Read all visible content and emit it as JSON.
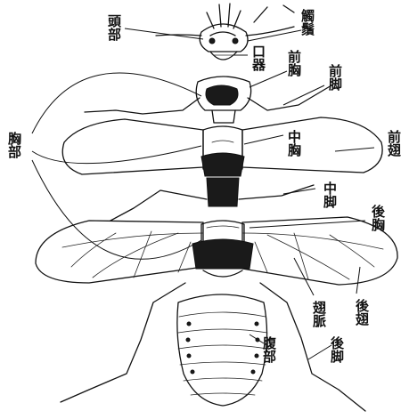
{
  "labels": {
    "head": "頭部",
    "antenna": "觸鬚",
    "mouthparts": "口器",
    "prothorax": "前胸",
    "foreleg": "前脚",
    "thorax": "胸部",
    "mesothorax": "中胸",
    "forewing": "前翅",
    "midleg": "中脚",
    "metathorax": "後胸",
    "hindwing": "後翅",
    "wing_vein": "翅脈",
    "abdomen": "腹部",
    "hindleg": "後脚"
  }
}
